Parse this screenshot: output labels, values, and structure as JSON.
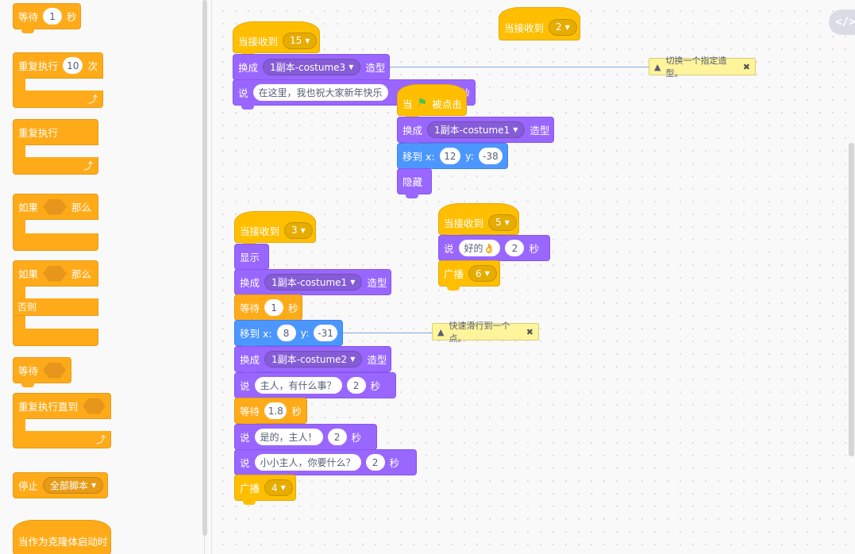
{
  "palette": {
    "wait": {
      "label": "等待",
      "value": "1",
      "unit": "秒"
    },
    "repeat": {
      "label": "重复执行",
      "value": "10",
      "unit": "次"
    },
    "forever": {
      "label": "重复执行"
    },
    "if_then": {
      "label": "如果",
      "then": "那么"
    },
    "if_else": {
      "label": "如果",
      "then": "那么",
      "else": "否则"
    },
    "wait_until": {
      "label": "等待"
    },
    "repeat_until": {
      "label": "重复执行直到"
    },
    "stop": {
      "label": "停止",
      "option": "全部脚本"
    },
    "clone_start": {
      "label": "当作为克隆体启动时"
    }
  },
  "workspace": {
    "script1": {
      "hat": {
        "label": "当接收到",
        "msg": "15"
      },
      "switch": {
        "label": "换成",
        "costume": "1副本-costume3",
        "suffix": "造型"
      },
      "say": {
        "label": "说",
        "text": "在这里，我也祝大家新年快乐",
        "unit": "秒"
      }
    },
    "script2": {
      "hat": {
        "label": "当接收到",
        "msg": "2"
      }
    },
    "script3": {
      "hat": {
        "label": "当",
        "suffix": "被点击"
      },
      "switch": {
        "label": "换成",
        "costume": "1副本-costume1",
        "suffix": "造型"
      },
      "goto": {
        "label": "移到 x:",
        "x": "12",
        "ylabel": "y:",
        "y": "-38"
      },
      "hide": {
        "label": "隐藏"
      }
    },
    "script4": {
      "hat": {
        "label": "当接收到",
        "msg": "3"
      },
      "show": {
        "label": "显示"
      },
      "switch1": {
        "label": "换成",
        "costume": "1副本-costume1",
        "suffix": "造型"
      },
      "wait1": {
        "label": "等待",
        "value": "1",
        "unit": "秒"
      },
      "goto": {
        "label": "移到 x:",
        "x": "8",
        "ylabel": "y:",
        "y": "-31"
      },
      "switch2": {
        "label": "换成",
        "costume": "1副本-costume2",
        "suffix": "造型"
      },
      "say1": {
        "label": "说",
        "text": "主人，有什么事？",
        "secs": "2",
        "unit": "秒"
      },
      "wait2": {
        "label": "等待",
        "value": "1.8",
        "unit": "秒"
      },
      "say2": {
        "label": "说",
        "text": "是的，主人！",
        "secs": "2",
        "unit": "秒"
      },
      "say3": {
        "label": "说",
        "text": "小小主人，你要什么？",
        "secs": "2",
        "unit": "秒"
      },
      "broadcast": {
        "label": "广播",
        "msg": "4"
      }
    },
    "script5": {
      "hat": {
        "label": "当接收到",
        "msg": "5"
      },
      "say": {
        "label": "说",
        "text": "好的👌",
        "secs": "2",
        "unit": "秒"
      },
      "broadcast": {
        "label": "广播",
        "msg": "6"
      }
    },
    "comments": {
      "c1": "切换一个指定造型。",
      "c2": "快速滑行到一个点。"
    },
    "code_toggle": "</>"
  },
  "colors": {
    "events": "#ffbf00",
    "control": "#ffab19",
    "looks": "#9966ff",
    "motion": "#4c97ff"
  }
}
